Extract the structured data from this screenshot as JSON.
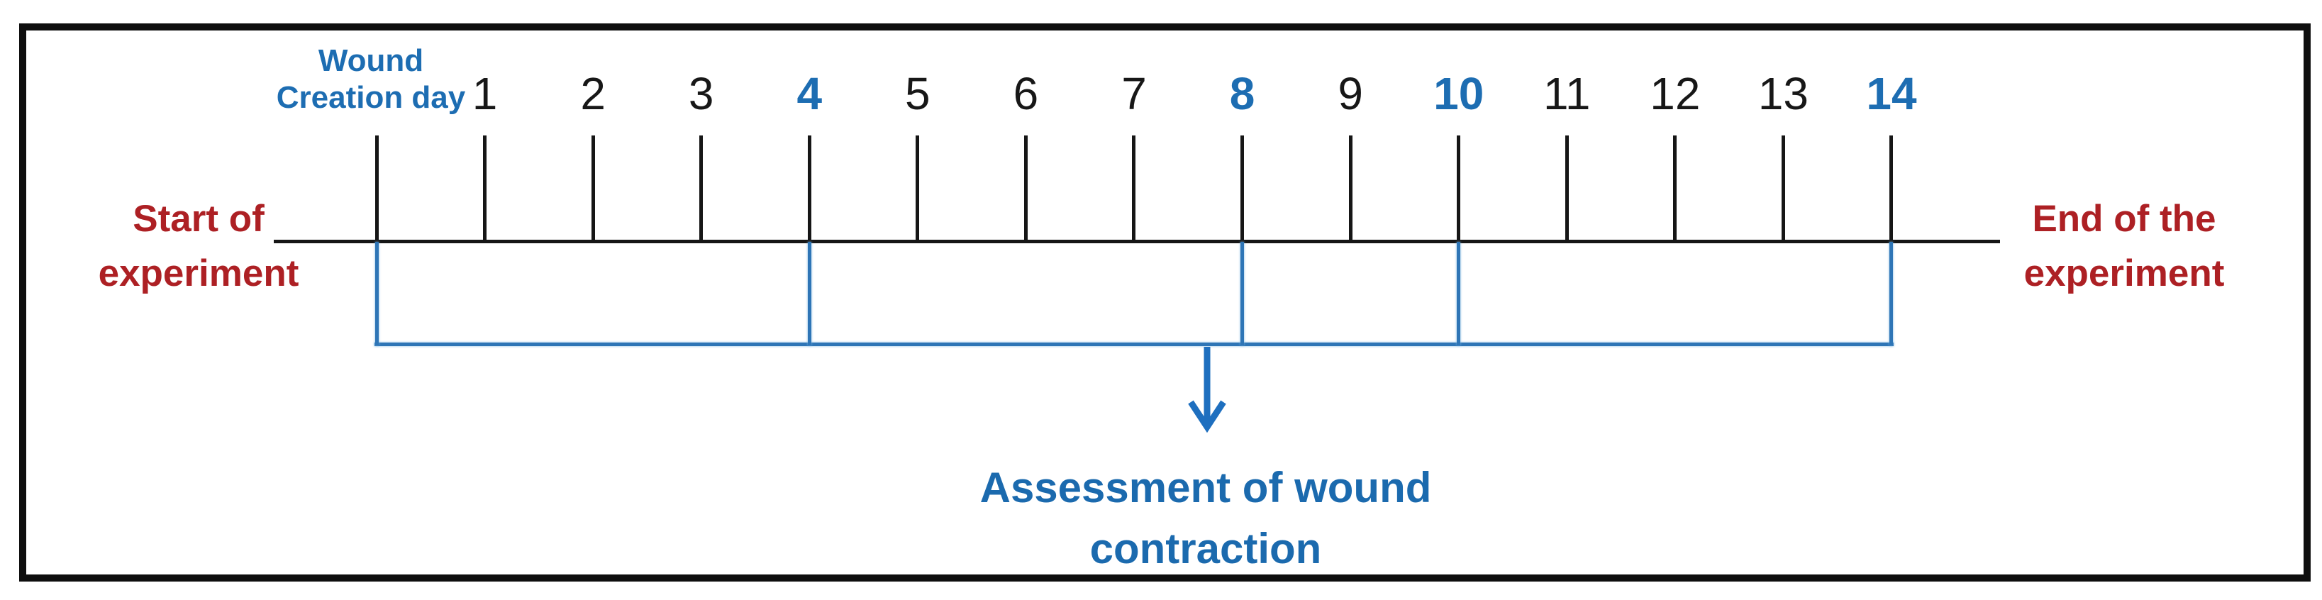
{
  "figure": {
    "type": "experiment-timeline",
    "colors": {
      "axis_black": "#161616",
      "text_blue": "#1D6DB2",
      "line_blue": "#2E75B6",
      "arrow_blue": "#1E6FBF",
      "label_red": "#AD2024",
      "background": "#ffffff"
    },
    "timeline": {
      "start_label_lines": [
        "Start of",
        "experiment"
      ],
      "end_label_lines": [
        "End of the",
        "experiment"
      ],
      "origin_label_lines": [
        "Wound",
        "Creation day"
      ],
      "days": [
        {
          "label": "1",
          "highlighted": false
        },
        {
          "label": "2",
          "highlighted": false
        },
        {
          "label": "3",
          "highlighted": false
        },
        {
          "label": "4",
          "highlighted": true
        },
        {
          "label": "5",
          "highlighted": false
        },
        {
          "label": "6",
          "highlighted": false
        },
        {
          "label": "7",
          "highlighted": false
        },
        {
          "label": "8",
          "highlighted": true
        },
        {
          "label": "9",
          "highlighted": false
        },
        {
          "label": "10",
          "highlighted": true
        },
        {
          "label": "11",
          "highlighted": false
        },
        {
          "label": "12",
          "highlighted": false
        },
        {
          "label": "13",
          "highlighted": false
        },
        {
          "label": "14",
          "highlighted": true
        }
      ]
    },
    "bracket": {
      "connected_points": [
        "Wound Creation day",
        "4",
        "8",
        "10",
        "14"
      ],
      "connected_tick_indices": [
        0,
        4,
        8,
        10,
        14
      ]
    },
    "annotation": {
      "icon": "down-arrow",
      "label_lines": [
        "Assessment of wound",
        "contraction"
      ]
    }
  }
}
